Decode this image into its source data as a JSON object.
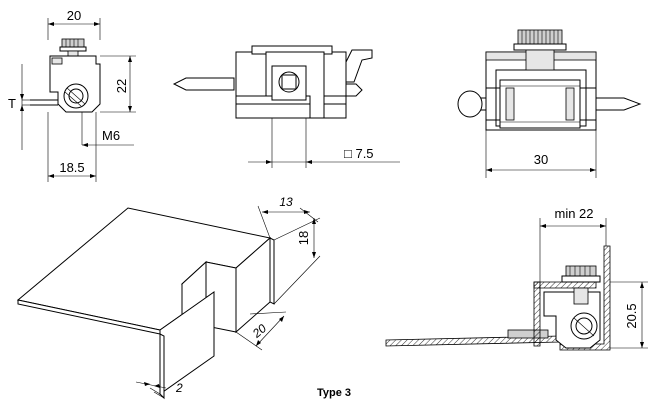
{
  "figure": {
    "caption": "Type 3",
    "dimensions": {
      "side_width": "20",
      "side_height": "22",
      "side_gap": "T",
      "side_thread": "M6",
      "side_base": "18.5",
      "front_square": "□ 7.5",
      "top_width": "30",
      "plate_thickness": "13",
      "plate_height": "18",
      "plate_flange": "20",
      "plate_sheet": "2",
      "install_min": "min 22",
      "install_height": "20.5"
    }
  }
}
